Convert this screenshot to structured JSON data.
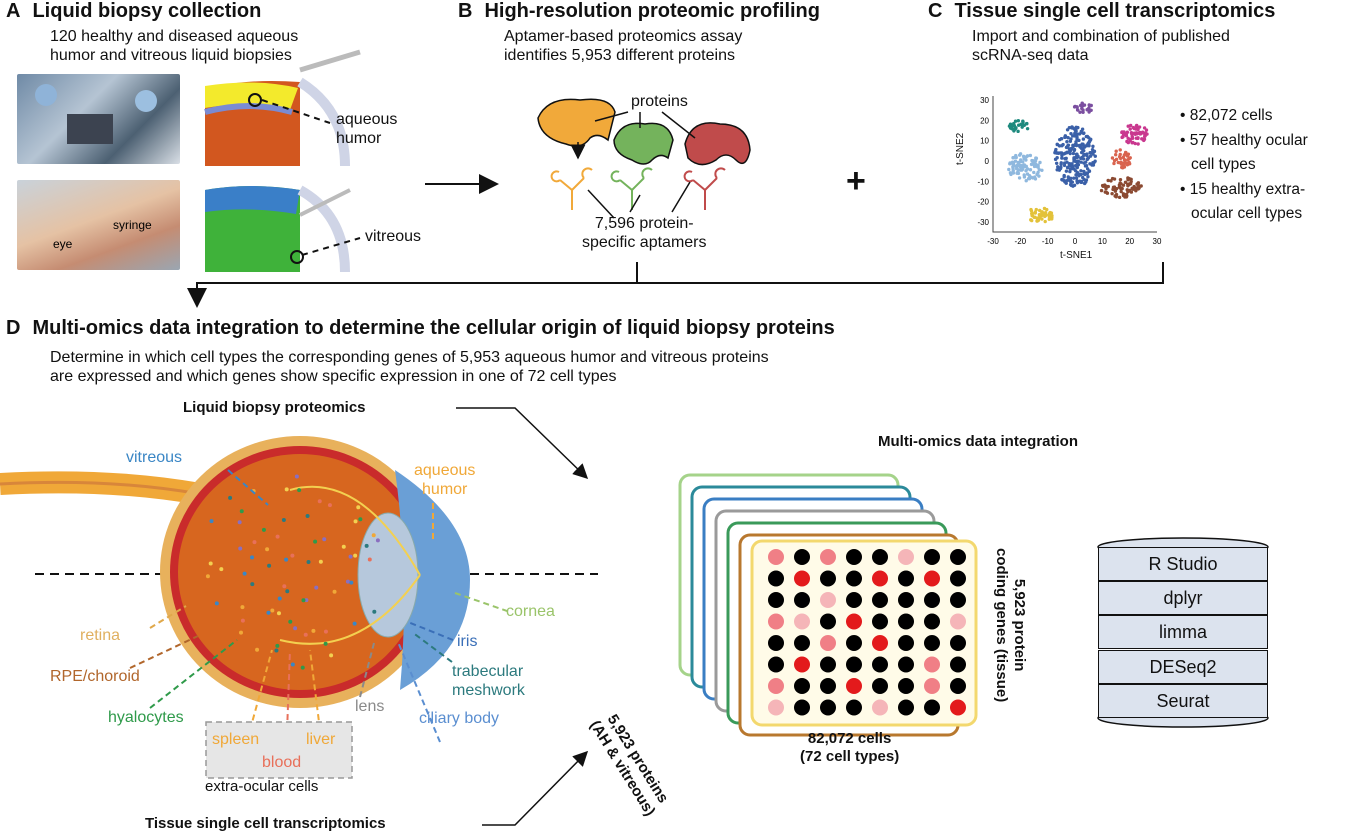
{
  "panels": {
    "a": {
      "letter": "A",
      "title": "Liquid biopsy collection",
      "subtitle": [
        "120 healthy and diseased aqueous",
        "humor and vitreous liquid biopsies"
      ],
      "labels": {
        "aqueous": [
          "aqueous",
          "humor"
        ],
        "vitreous": "vitreous",
        "syringe": "syringe",
        "eye": "eye"
      }
    },
    "b": {
      "letter": "B",
      "title": "High-resolution proteomic profiling",
      "subtitle": [
        "Aptamer-based proteomics assay",
        "identifies 5,953 different proteins"
      ],
      "labels": {
        "proteins": "proteins",
        "aptamers": [
          "7,596 protein-",
          "specific aptamers"
        ]
      }
    },
    "c": {
      "letter": "C",
      "title": "Tissue single cell transcriptomics",
      "subtitle": [
        "Import and combination of published",
        "scRNA-seq data"
      ],
      "bullets": [
        "• 82,072 cells",
        "• 57 healthy ocular",
        "cell types",
        "• 15 healthy extra-",
        "ocular cell types"
      ]
    },
    "d": {
      "letter": "D",
      "title": "Multi-omics data integration to determine the cellular origin of liquid biopsy proteins",
      "subtitle": [
        "Determine in which cell types the corresponding genes of 5,953 aqueous humor and vitreous proteins",
        "are expressed and which genes show specific expression in one of 72 cell types"
      ],
      "proteomics_label": "Liquid biopsy proteomics",
      "transcriptomics_label": "Tissue single cell transcriptomics",
      "integration_label": "Multi-omics data integration",
      "eye_labels": {
        "vitreous": "vitreous",
        "aqueous": [
          "aqueous",
          "humor"
        ],
        "cornea": "cornea",
        "retina": "retina",
        "rpe": "RPE/choroid",
        "hyalocytes": "hyalocytes",
        "lens": "lens",
        "iris": "iris",
        "trabecular": [
          "trabecular",
          "meshwork"
        ],
        "ciliary": "ciliary body",
        "spleen": "spleen",
        "liver": "liver",
        "blood": "blood",
        "extra": "extra-ocular cells"
      },
      "matrix_labels": {
        "rows": [
          "5,923 proteins",
          "(AH & vitreous)"
        ],
        "cols": [
          "82,072 cells",
          "(72 cell types)"
        ],
        "right": [
          "5,923 protein",
          "coding genes (tissue)"
        ]
      },
      "tools": [
        "R Studio",
        "dplyr",
        "limma",
        "DESeq2",
        "Seurat"
      ]
    }
  },
  "plus_sign": "+",
  "chart_data": {
    "type": "scatter",
    "xlabel": "t-SNE1",
    "ylabel": "t-SNE2",
    "xlim": [
      -30,
      30
    ],
    "ylim": [
      -35,
      32
    ],
    "xticks": [
      -30,
      -20,
      -10,
      0,
      10,
      20,
      30
    ],
    "yticks": [
      -30,
      -20,
      -10,
      0,
      10,
      20,
      30
    ],
    "clusters": [
      {
        "color": "#1e8a7e",
        "cx": -21,
        "cy": 17,
        "rx": 4,
        "ry": 3,
        "n": 30
      },
      {
        "color": "#7b4fa0",
        "cx": 3,
        "cy": 26,
        "rx": 3.5,
        "ry": 2.5,
        "n": 22
      },
      {
        "color": "#c9388f",
        "cx": 22,
        "cy": 13,
        "rx": 5,
        "ry": 5,
        "n": 60
      },
      {
        "color": "#8fb8de",
        "cx": -18,
        "cy": -3,
        "rx": 6.5,
        "ry": 7,
        "n": 95
      },
      {
        "color": "#3b60a8",
        "cx": 0,
        "cy": 2,
        "rx": 7.5,
        "ry": 15,
        "n": 230
      },
      {
        "color": "#d9644f",
        "cx": 17,
        "cy": 1,
        "rx": 3.5,
        "ry": 5,
        "n": 40
      },
      {
        "color": "#8b4a32",
        "cx": 17,
        "cy": -13,
        "rx": 8,
        "ry": 5,
        "n": 75
      },
      {
        "color": "#e3c23a",
        "cx": -13,
        "cy": -27,
        "rx": 5,
        "ry": 4,
        "n": 45
      }
    ]
  },
  "matrix": {
    "rows": [
      [
        "#f07f86",
        "#000",
        "#f07f86",
        "#000",
        "#000",
        "#f5b5b8",
        "#000",
        "#000"
      ],
      [
        "#000",
        "#e31a1c",
        "#000",
        "#000",
        "#e31a1c",
        "#000",
        "#e31a1c",
        "#000"
      ],
      [
        "#000",
        "#000",
        "#f5b5b8",
        "#000",
        "#000",
        "#000",
        "#000",
        "#000"
      ],
      [
        "#f07f86",
        "#f5b5b8",
        "#000",
        "#e31a1c",
        "#000",
        "#000",
        "#000",
        "#f5b5b8"
      ],
      [
        "#000",
        "#000",
        "#f07f86",
        "#000",
        "#e31a1c",
        "#000",
        "#000",
        "#000"
      ],
      [
        "#000",
        "#e31a1c",
        "#000",
        "#000",
        "#000",
        "#000",
        "#f07f86",
        "#000"
      ],
      [
        "#f07f86",
        "#000",
        "#000",
        "#e31a1c",
        "#000",
        "#000",
        "#f07f86",
        "#000"
      ],
      [
        "#f5b5b8",
        "#000",
        "#000",
        "#000",
        "#f5b5b8",
        "#000",
        "#000",
        "#e31a1c"
      ]
    ]
  }
}
